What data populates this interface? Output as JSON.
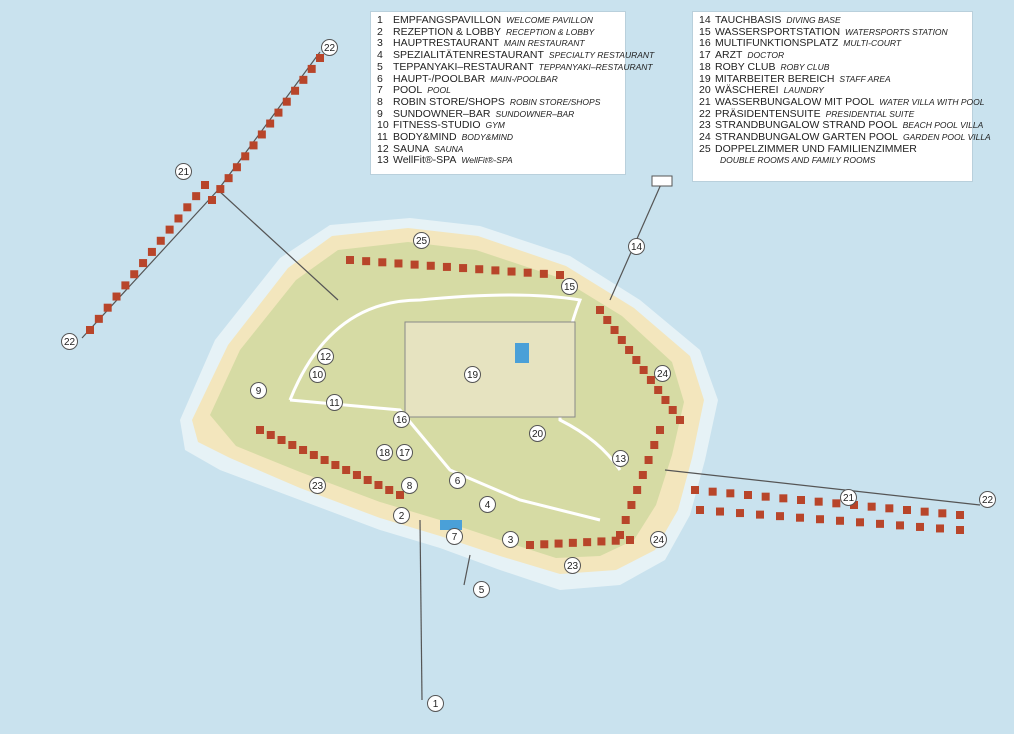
{
  "legend_left": [
    {
      "num": "1",
      "de": "EMPFANGSPAVILLON",
      "en": "WELCOME PAVILLON"
    },
    {
      "num": "2",
      "de": "REZEPTION & LOBBY",
      "en": "RECEPTION & LOBBY"
    },
    {
      "num": "3",
      "de": "HAUPTRESTAURANT",
      "en": "MAIN RESTAURANT"
    },
    {
      "num": "4",
      "de": "SPEZIALITÄTENRESTAURANT",
      "en": "SPECIALTY RESTAURANT"
    },
    {
      "num": "5",
      "de": "TEPPANYAKI–RESTAURANT",
      "en": "TEPPANYAKI–RESTAURANT"
    },
    {
      "num": "6",
      "de": "HAUPT-/POOLBAR",
      "en": "MAIN-/POOLBAR"
    },
    {
      "num": "7",
      "de": "POOL",
      "en": "POOL"
    },
    {
      "num": "8",
      "de": "ROBIN STORE/SHOPS",
      "en": "ROBIN STORE/SHOPS"
    },
    {
      "num": "9",
      "de": "SUNDOWNER–BAR",
      "en": "SUNDOWNER–BAR"
    },
    {
      "num": "10",
      "de": "FITNESS-STUDIO",
      "en": "GYM"
    },
    {
      "num": "11",
      "de": "BODY&MIND",
      "en": "BODY&MIND"
    },
    {
      "num": "12",
      "de": "SAUNA",
      "en": "SAUNA"
    },
    {
      "num": "13",
      "de": "WellFit®-SPA",
      "en": "WellFit®-SPA"
    }
  ],
  "legend_right": [
    {
      "num": "14",
      "de": "TAUCHBASIS",
      "en": "DIVING BASE"
    },
    {
      "num": "15",
      "de": "WASSERSPORTSTATION",
      "en": "WATERSPORTS STATION"
    },
    {
      "num": "16",
      "de": "MULTIFUNKTIONSPLATZ",
      "en": "MULTI-COURT"
    },
    {
      "num": "17",
      "de": "ARZT",
      "en": "DOCTOR"
    },
    {
      "num": "18",
      "de": "ROBY CLUB",
      "en": "ROBY CLUB"
    },
    {
      "num": "19",
      "de": "MITARBEITER BEREICH",
      "en": "STAFF AREA"
    },
    {
      "num": "20",
      "de": "WÄSCHEREI",
      "en": "LAUNDRY"
    },
    {
      "num": "21",
      "de": "WASSERBUNGALOW MIT POOL",
      "en": "WATER VILLA WITH POOL"
    },
    {
      "num": "22",
      "de": "PRÄSIDENTENSUITE",
      "en": "PRESIDENTIAL SUITE"
    },
    {
      "num": "23",
      "de": "STRANDBUNGALOW STRAND POOL",
      "en": "BEACH POOL VILLA"
    },
    {
      "num": "24",
      "de": "STRANDBUNGALOW GARTEN POOL",
      "en": "GARDEN POOL VILLA"
    },
    {
      "num": "25",
      "de": "DOPPELZIMMER UND FAMILIENZIMMER",
      "en": "DOUBLE ROOMS AND FAMILY ROOMS"
    }
  ],
  "markers": [
    "1",
    "2",
    "3",
    "4",
    "5",
    "6",
    "7",
    "8",
    "9",
    "10",
    "11",
    "12",
    "13",
    "14",
    "15",
    "16",
    "17",
    "18",
    "19",
    "20",
    "21",
    "21",
    "22",
    "22",
    "22",
    "23",
    "23",
    "24",
    "24",
    "25"
  ],
  "colors": {
    "water": "#c9e2ee",
    "shallow": "#e6f2f6",
    "beach": "#f3e6bd",
    "land": "#d6dba4",
    "roof": "#b8452a",
    "path": "#ffffff"
  }
}
